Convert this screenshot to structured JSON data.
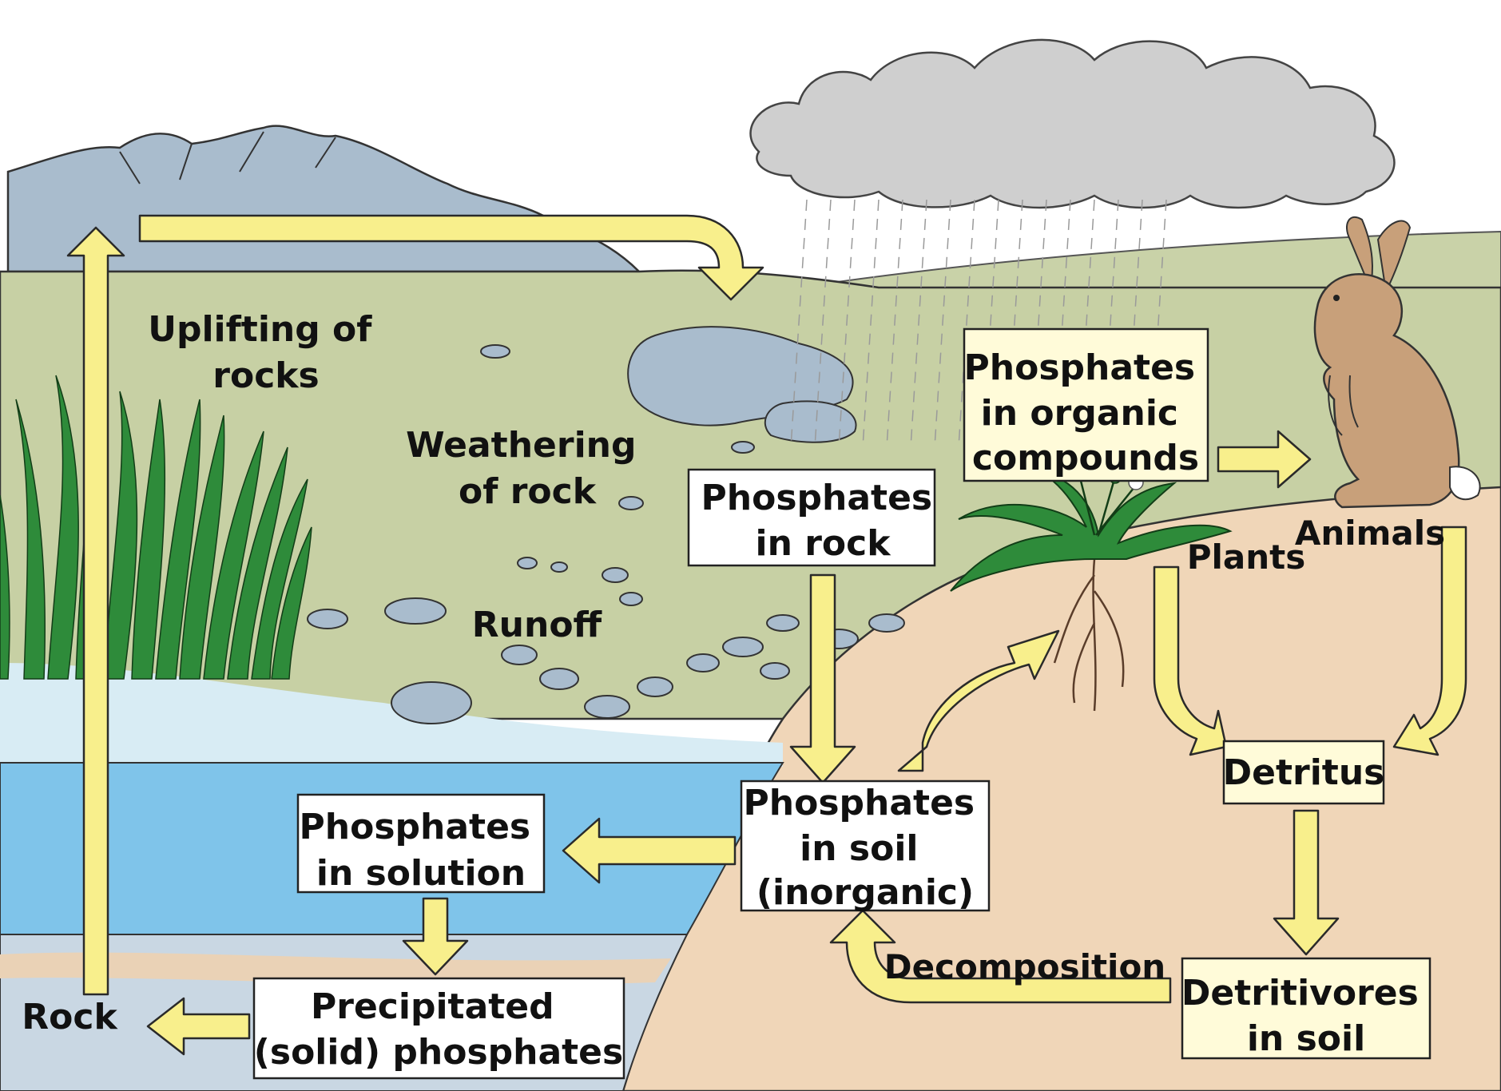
{
  "colors": {
    "sky": "#ffffff",
    "mountain": "#a9bccd",
    "land": "#c7d0a4",
    "soil": "#f0d6b8",
    "water_light": "#d8ecf4",
    "water_deep": "#7fc4ea",
    "cloud": "#cfcfcf",
    "arrow_fill": "#f8ef8c",
    "box_white": "#ffffff",
    "box_cream": "#fffbd9",
    "grass": "#2e8b3a",
    "rabbit": "#c8a07a"
  },
  "icons": [
    "cloud-icon",
    "mountain-icon",
    "reeds-icon",
    "plant-icon",
    "rabbit-icon",
    "rain-icon"
  ],
  "labels": {
    "uplifting": [
      "Uplifting of",
      "rocks"
    ],
    "weathering": [
      "Weathering",
      "of rock"
    ],
    "runoff": "Runoff",
    "plants": "Plants",
    "animals": "Animals",
    "decomposition": "Decomposition",
    "rock": "Rock"
  },
  "boxes": {
    "phosphates_in_rock": [
      "Phosphates",
      "in rock"
    ],
    "phosphates_organic": [
      "Phosphates",
      "in organic",
      "compounds"
    ],
    "phosphates_in_soil": [
      "Phosphates",
      "in soil",
      "(inorganic)"
    ],
    "phosphates_in_solution": [
      "Phosphates",
      "in solution"
    ],
    "precipitated": [
      "Precipitated",
      "(solid) phosphates"
    ],
    "detritus": "Detritus",
    "detritivores": [
      "Detritivores",
      "in soil"
    ]
  }
}
